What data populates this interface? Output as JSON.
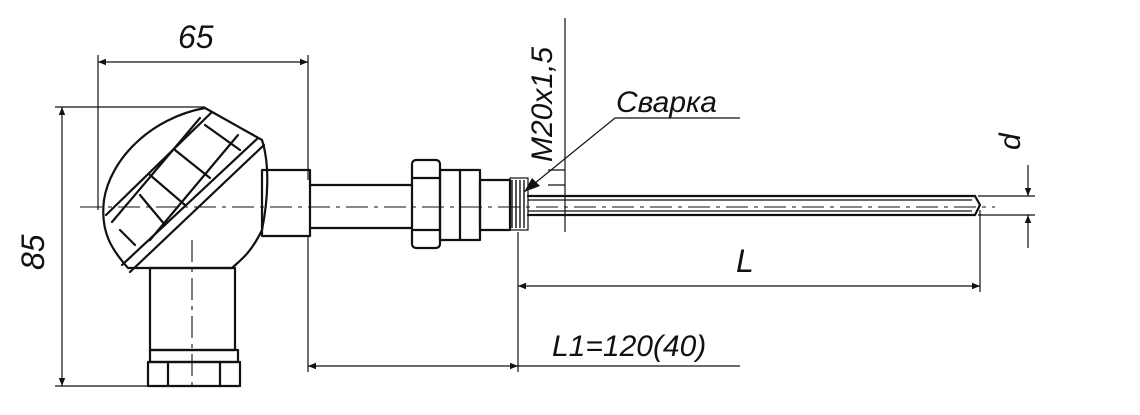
{
  "dimensions": {
    "head_width": "65",
    "head_height": "85",
    "thread": "M20x1,5",
    "weld": "Сварка",
    "diameter": "d",
    "immersion_length": "L",
    "extension_length": "L1=120(40)"
  }
}
